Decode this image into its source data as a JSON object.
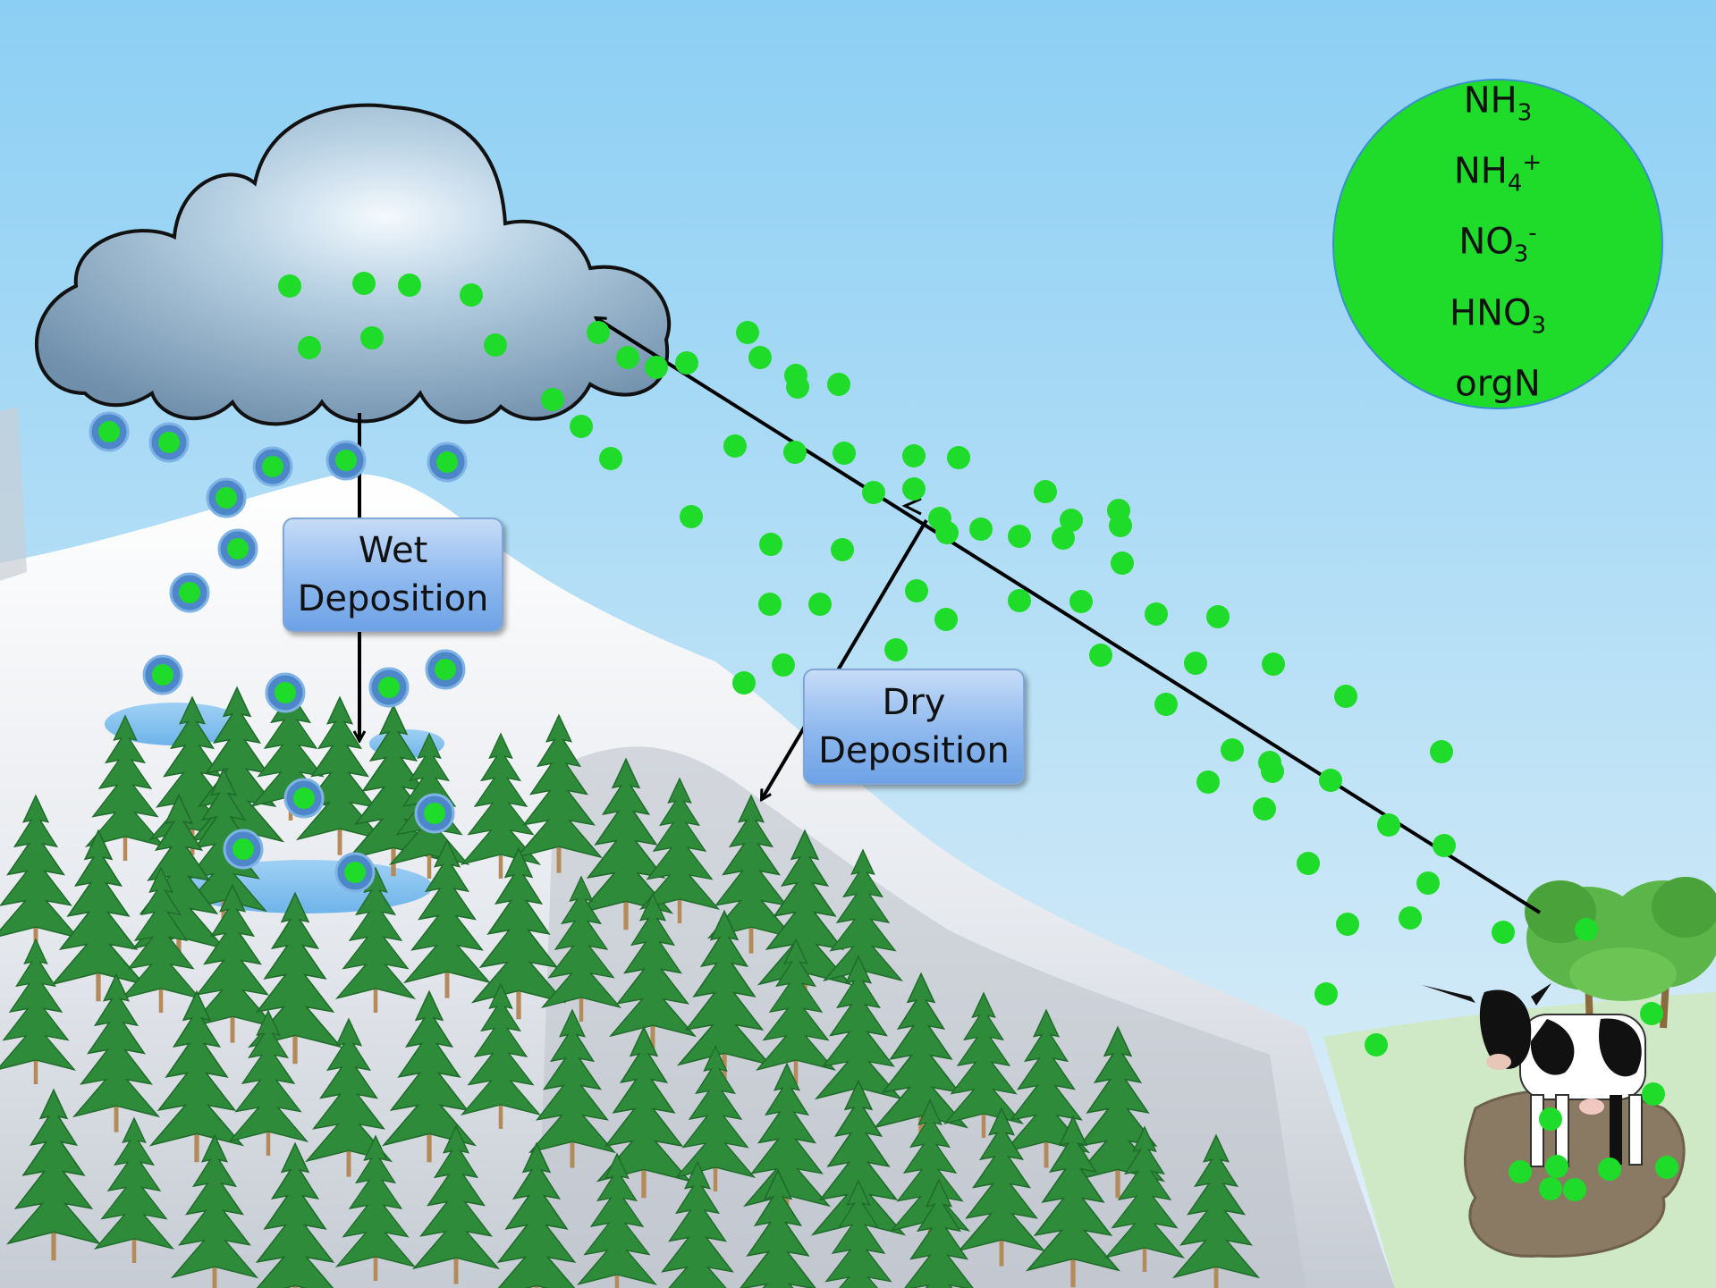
{
  "labels": {
    "wet_line1": "Wet",
    "wet_line2": "Deposition",
    "dry_line1": "Dry",
    "dry_line2": "Deposition"
  },
  "species": [
    {
      "base": "NH",
      "sub": "3",
      "sup": ""
    },
    {
      "base": "NH",
      "sub": "4",
      "sup": "+"
    },
    {
      "base": "NO",
      "sub": "3",
      "sup": "-"
    },
    {
      "base": "HNO",
      "sub": "3",
      "sup": ""
    },
    {
      "base": "orgN",
      "sub": "",
      "sup": ""
    }
  ],
  "colors": {
    "sky_top": "#8fcff3",
    "sky_bottom": "#dcedf7",
    "particle_green": "#1fdb2a",
    "droplet_blue": "#4d86c9",
    "tree_green": "#2e8b3a",
    "arrow": "#000000"
  }
}
